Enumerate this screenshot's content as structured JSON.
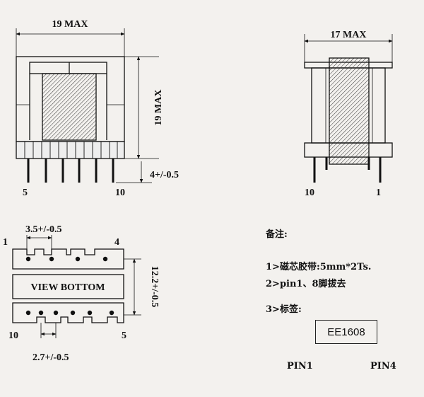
{
  "front_view": {
    "width_dim": "19 MAX",
    "height_dim": "19 MAX",
    "pin_length_dim": "4+/-0.5",
    "pin_left": "5",
    "pin_right": "10"
  },
  "side_view": {
    "width_dim": "17 MAX",
    "pin_left": "10",
    "pin_right": "1"
  },
  "bottom_view": {
    "label": "VIEW BOTTOM",
    "pitch_top_dim": "3.5+/-0.5",
    "pitch_bottom_dim": "2.7+/-0.5",
    "row_spacing_dim": "12.2+/-0.5",
    "pin_top_left": "1",
    "pin_top_right": "4",
    "pin_bottom_left": "10",
    "pin_bottom_right": "5"
  },
  "notes": {
    "heading": "备注:",
    "items": [
      "1>磁芯胶带:5mm*2Ts.",
      "2>pin1、8脚拔去",
      "3>标签:"
    ],
    "label_text": "EE1608",
    "label_pin_left": "PIN1",
    "label_pin_right": "PIN4"
  }
}
